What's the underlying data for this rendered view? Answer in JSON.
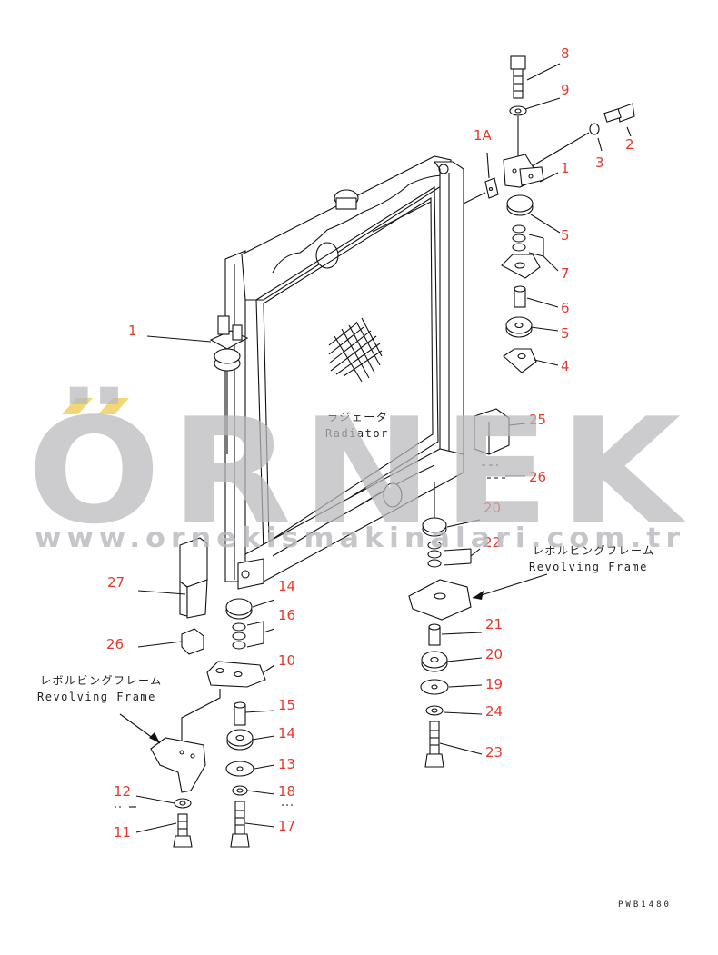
{
  "callouts": {
    "c8": "8",
    "c9": "9",
    "c2": "2",
    "c3": "3",
    "c1A": "1A",
    "c1r": "1",
    "c5a": "5",
    "c7": "7",
    "c6": "6",
    "c5b": "5",
    "c4": "4",
    "c1l": "1",
    "c25": "25",
    "c26a": "26",
    "c20a": "20",
    "c22": "22",
    "c27": "27",
    "c14a": "14",
    "c16": "16",
    "c26b": "26",
    "c10": "10",
    "c21": "21",
    "c20b": "20",
    "c19": "19",
    "c24": "24",
    "c15": "15",
    "c14b": "14",
    "c13": "13",
    "c23": "23",
    "c12": "12",
    "c18": "18",
    "c11": "11",
    "c17": "17"
  },
  "labels": {
    "radiator_jp": "ラジェータ",
    "radiator_en": "Radiator",
    "frame_jp": "レボルビングフレーム",
    "frame_en": "Revolving Frame"
  },
  "drawing_code": "PWB1480",
  "watermark": {
    "text": "ÖRNEK",
    "url": "www.ornekismakinalari.com.tr",
    "color": "#b9b9bd",
    "accent": "#f0d060"
  },
  "callout_color": "#e23b2e"
}
